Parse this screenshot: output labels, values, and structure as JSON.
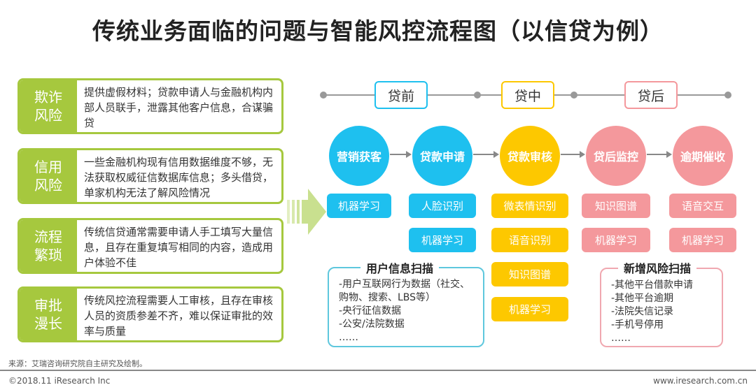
{
  "title": "传统业务面临的问题与智能风控流程图（以信贷为例）",
  "risks": [
    {
      "label": "欺诈风险",
      "text": "提供虚假材料；贷款申请人与金融机构内部人员联手，泄露其他客户信息，合谋骗贷"
    },
    {
      "label": "信用风险",
      "text": "一些金融机构现有信用数据维度不够，无法获取权威征信数据库信息；多头借贷，单家机构无法了解风险情况"
    },
    {
      "label": "流程繁琐",
      "text": "传统信贷通常需要申请人手工填写大量信息，且存在重复填写相同的内容，造成用户体验不佳"
    },
    {
      "label": "审批漫长",
      "text": "传统风控流程需要人工审核，且存在审核人员的资质参差不齐，难以保证审批的效率与质量"
    }
  ],
  "phases": [
    "贷前",
    "贷中",
    "贷后"
  ],
  "stages": [
    {
      "name": "营销获客",
      "tags": [
        "机器学习"
      ]
    },
    {
      "name": "贷款申请",
      "tags": [
        "人脸识别",
        "机器学习"
      ]
    },
    {
      "name": "贷款审核",
      "tags": [
        "微表情识别",
        "语音识别",
        "知识图谱",
        "机器学习"
      ]
    },
    {
      "name": "贷后监控",
      "tags": [
        "知识图谱",
        "机器学习"
      ]
    },
    {
      "name": "逾期催收",
      "tags": [
        "语音交互",
        "机器学习"
      ]
    }
  ],
  "user_scan": {
    "title": "用户信息扫描",
    "lines": [
      "-用户互联网行为数据（社交、购物、搜索、LBS等）",
      "-央行征信数据",
      "-公安/法院数据",
      "……"
    ]
  },
  "risk_scan": {
    "title": "新增风险扫描",
    "lines": [
      "-其他平台借款申请",
      "-其他平台逾期",
      "-法院失信记录",
      "-手机号停用",
      "……"
    ]
  },
  "footer": {
    "source": "来源：艾瑞咨询研究院自主研究及绘制。",
    "copyright": "©2018.11 iResearch Inc",
    "website": "www.iresearch.com.cn"
  },
  "colors": {
    "green": "#a6c83e",
    "cyan": "#1ec0ef",
    "yellow": "#fdc800",
    "pink": "#f4989c"
  }
}
